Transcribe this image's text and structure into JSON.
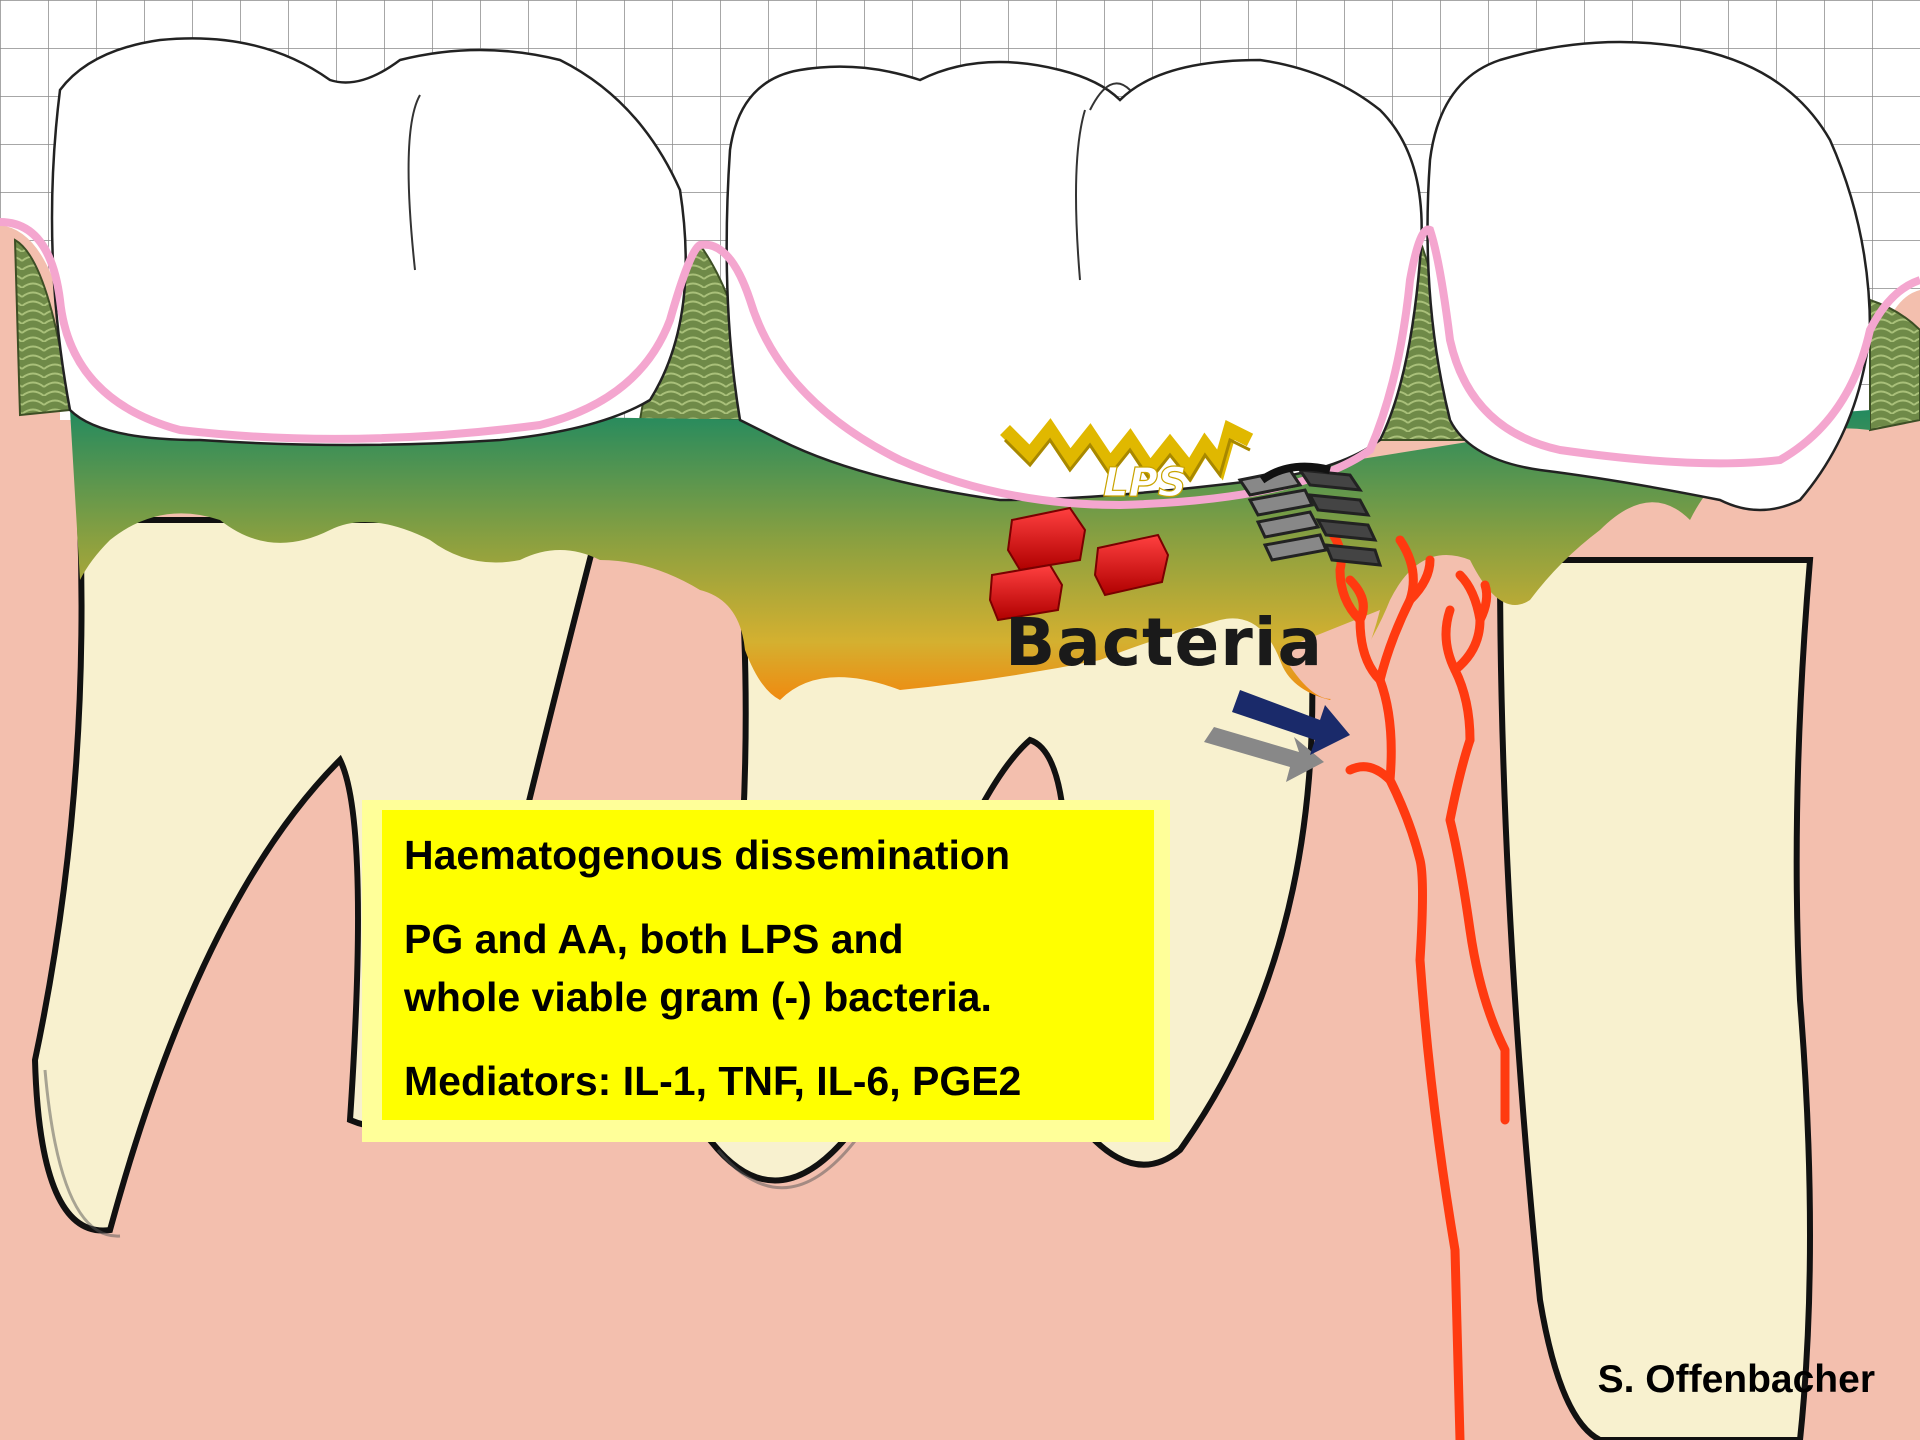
{
  "labels": {
    "bacteria": "Bacteria",
    "lps": "LPS",
    "credit": "S. Offenbacher"
  },
  "infobox": {
    "line1": "Haematogenous dissemination",
    "line2a": "PG and AA, both LPS and",
    "line2b": "whole viable gram (-) bacteria.",
    "line3": "Mediators: IL-1, TNF, IL-6, PGE2"
  },
  "colors": {
    "gum": "#f3bfae",
    "root": "#f8f1cf",
    "crown": "#ffffff",
    "gingival_margin": "#f4a6cf",
    "calculus": "#6f8a48",
    "infection_top": "#2a8a5a",
    "infection_bottom": "#f0a020",
    "blood_vessel": "#ff3a10",
    "bacteria_red": "#e80000",
    "lps_gold": "#e0b800",
    "arrow": "#1a2a6a",
    "infobox": "#ffff00"
  },
  "icons": [
    "red-bacteria-icon",
    "lps-molecule-icon",
    "grey-pili-icon",
    "direction-arrow-icon",
    "blood-vessel-icon"
  ]
}
